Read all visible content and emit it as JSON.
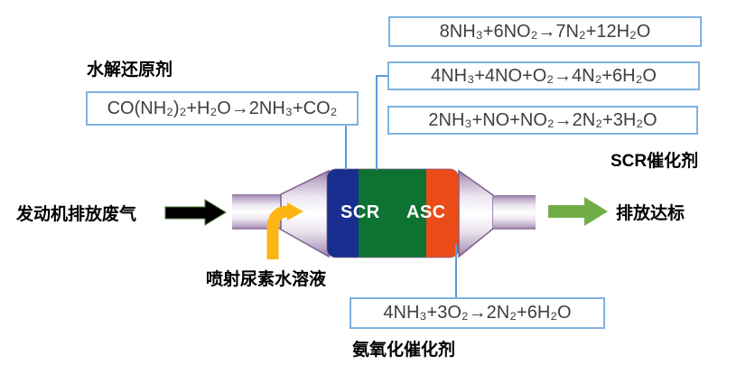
{
  "diagram": {
    "labels": {
      "hydrolysis_agent": "水解还原剂",
      "engine_exhaust": "发动机排放废气",
      "urea_spray": "喷射尿素水溶液",
      "scr_catalyst": "SCR催化剂",
      "asc_catalyst": "氨氧化催化剂",
      "emission_ok": "排放达标",
      "scr_band": "SCR",
      "asc_band": "ASC"
    },
    "equations": {
      "urea_hydrolysis": "CO(NH₂)₂+H₂O→2NH₃+CO₂",
      "scr_no2": "8NH₃+6NO₂→7N₂+12H₂O",
      "scr_standard": "4NH₃+4NO+O₂→4N₂+6H₂O",
      "scr_fast": "2NH₃+NO+NO₂→2N₂+3H₂O",
      "ammonia_oxidation": "4NH₃+3O₂→2N₂+6H₂O"
    },
    "colors": {
      "box_border": "#7EB2E1",
      "connector_line": "#5B9BD5",
      "scr_band_blue": "#172E8E",
      "scr_band_green": "#0E7233",
      "asc_band_orange": "#EA4B17",
      "pipe_outline": "#7D5F8B",
      "inlet_arrow": "#000000",
      "inlet_arrow_edge": "#4E7B38",
      "urea_arrow": "#FDB515",
      "outlet_arrow": "#70AD47",
      "equation_text": "#3F3F3F"
    }
  }
}
